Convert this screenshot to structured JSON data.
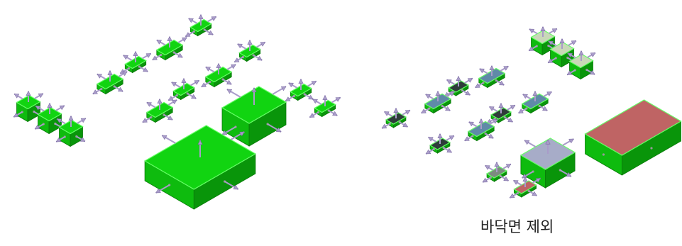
{
  "caption": "바닥면 제외",
  "colors": {
    "box_top": "#11d411",
    "box_left": "#0ebb0e",
    "box_right": "#09950a",
    "edge": "#0a7a0a",
    "outline": "#66ff66",
    "arrow": "#a99cc9",
    "arrow_dark": "#6f5f9a",
    "face_blue": "#5f8aa8",
    "face_dark": "#2e3d3a",
    "face_gray": "#7c8b80",
    "face_lavender": "#a7acc8",
    "face_red": "#bf6464",
    "face_pale": "#c9d8b8"
  },
  "scenes": [
    {
      "name": "all-faces-scene",
      "bottom_faces_removed": false
    },
    {
      "name": "bottom-removed-scene",
      "bottom_faces_removed": true
    }
  ]
}
